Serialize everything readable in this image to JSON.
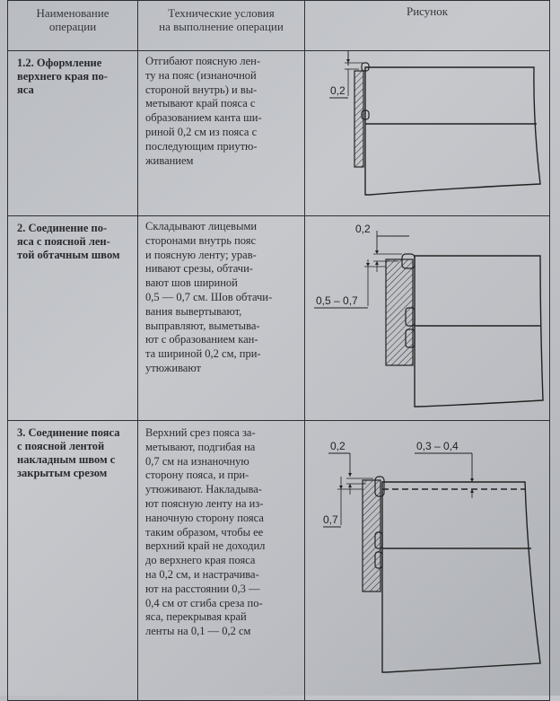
{
  "header": {
    "col1": [
      "Наименование",
      "операции"
    ],
    "col2": [
      "Технические условия",
      "на выполнение операции"
    ],
    "col3": "Рисунок"
  },
  "rows": [
    {
      "operation": [
        "1.2. Оформление",
        "верхнего края по-",
        "яса"
      ],
      "conditions": [
        "Отгибают поясную лен-",
        "ту на пояс (изнаночной",
        "стороной внутрь) и вы-",
        "метывают край пояса с",
        "образованием канта ши-",
        "риной 0,2 см из пояса с",
        "последующим приутю-",
        "живанием"
      ],
      "labels": [
        "0,2"
      ]
    },
    {
      "operation": [
        "2. Соединение по-",
        "яса с поясной лен-",
        "той обтачным швом"
      ],
      "conditions": [
        "Складывают лицевыми",
        "сторонами внутрь пояс",
        "и поясную ленту; урав-",
        "нивают срезы, обтачи-",
        "вают шов шириной",
        "0,5 — 0,7 см. Шов обтачи-",
        "вания вывертывают,",
        "выправляют, выметыва-",
        "ют с образованием кан-",
        "та шириной 0,2 см, при-",
        "утюживают"
      ],
      "labels": [
        "0,2",
        "0,5 – 0,7"
      ]
    },
    {
      "operation": [
        "3. Соединение пояса",
        "с поясной лентой",
        "накладным швом с",
        "закрытым срезом"
      ],
      "conditions": [
        "Верхний срез пояса за-",
        "метывают, подгибая на",
        "0,7 см на изнаночную",
        "сторону пояса, и при-",
        "утюживают. Накладыва-",
        "ют поясную ленту на из-",
        "наночную сторону пояса",
        "таким образом, чтобы ее",
        "верхний край не доходил",
        "до верхнего края пояса",
        "на 0,2 см, и настрачива-",
        "ют на расстоянии 0,3 —",
        "0,4 см от сгиба среза по-",
        "яса, перекрывая край",
        "ленты на 0,1 — 0,2 см"
      ],
      "labels": [
        "0,2",
        "0,3 – 0,4",
        "0,7"
      ]
    }
  ]
}
